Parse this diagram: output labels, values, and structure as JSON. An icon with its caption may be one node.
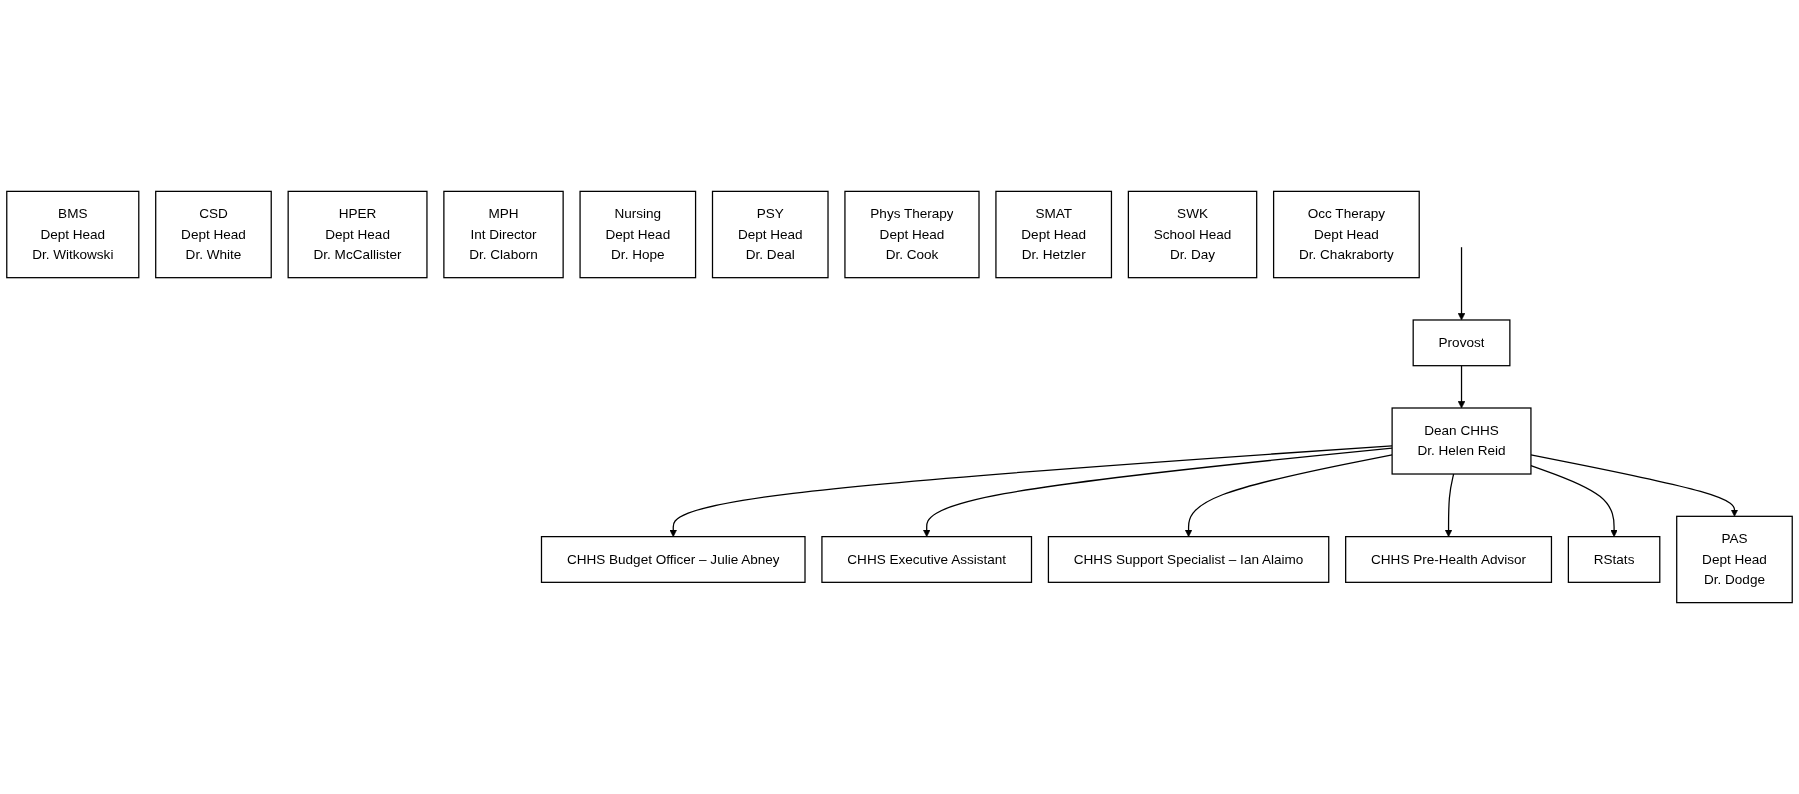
{
  "diagram": {
    "nodes": [
      {
        "text": [
          "Provost"
        ]
      },
      {
        "text": [
          "Dean CHHS",
          "Dr. Helen Reid"
        ]
      },
      {
        "text": [
          "CHHS Budget Officer – Julie Abney"
        ]
      },
      {
        "text": [
          "CHHS Executive Assistant"
        ]
      },
      {
        "text": [
          "CHHS Support Specialist – Ian Alaimo"
        ]
      },
      {
        "text": [
          "CHHS Pre-Health Advisor"
        ]
      },
      {
        "text": [
          "RStats"
        ]
      },
      {
        "text": [
          "BMS",
          "Dept Head",
          "Dr. Witkowski"
        ]
      },
      {
        "text": [
          "CSD",
          "Dept Head",
          "Dr. White"
        ]
      },
      {
        "text": [
          "HPER",
          "Dept Head",
          "Dr. McCallister"
        ]
      },
      {
        "text": [
          "MPH",
          "Int Director",
          "Dr. Claborn"
        ]
      },
      {
        "text": [
          "Nursing",
          "Dept Head",
          "Dr. Hope"
        ]
      },
      {
        "text": [
          "PAS",
          "Dept Head",
          "Dr. Dodge"
        ]
      },
      {
        "text": [
          "PSY",
          "Dept Head",
          "Dr. Deal"
        ]
      },
      {
        "text": [
          "Phys Therapy",
          "Dept Head",
          "Dr. Cook"
        ]
      },
      {
        "text": [
          "SMAT",
          "Dept Head",
          "Dr. Hetzler"
        ]
      },
      {
        "text": [
          "SWK",
          "School Head",
          "Dr. Day"
        ]
      },
      {
        "text": [
          "Occ Therapy",
          "Dept Head",
          "Dr. Chakraborty"
        ]
      }
    ],
    "edges": [
      {
        "from": null,
        "to": 0,
        "arrow": "to"
      },
      {
        "from": 0,
        "to": 1,
        "arrow": "to"
      },
      {
        "from": 1,
        "to": 2,
        "arrow": "to"
      },
      {
        "from": 1,
        "to": 3,
        "arrow": "to"
      },
      {
        "from": 1,
        "to": 4,
        "arrow": "to"
      },
      {
        "from": 1,
        "to": 5,
        "arrow": "to"
      },
      {
        "from": 1,
        "to": 6,
        "arrow": "to"
      },
      {
        "from": 1,
        "to": 12,
        "arrow": "to"
      }
    ]
  }
}
